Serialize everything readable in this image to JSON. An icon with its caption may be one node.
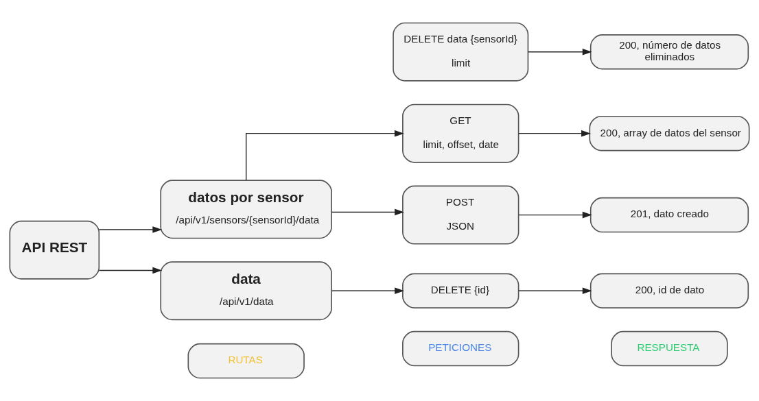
{
  "diagram": {
    "nodes": [
      {
        "text": [
          "RUTAS"
        ]
      },
      {
        "text": [
          "PETICIONES"
        ]
      },
      {
        "text": [
          "RESPUESTA"
        ]
      },
      {
        "text": [
          "GET",
          "limit, offset, date"
        ]
      },
      {
        "text": [
          "200, array de datos del sensor"
        ]
      },
      {
        "text": [
          "datos por sensor",
          "/api/v1/sensors/{sensorId}/data"
        ]
      },
      {
        "text": [
          "POST",
          "JSON"
        ]
      },
      {
        "text": [
          "201, dato creado"
        ]
      },
      {
        "text": [
          "API REST"
        ]
      },
      {
        "text": [
          "DELETE data {sensorId}",
          "limit"
        ]
      },
      {
        "text": [
          "200, número de datos eliminados"
        ]
      },
      {
        "text": [
          "data",
          "/api/v1/data"
        ]
      },
      {
        "text": [
          "DELETE {id}"
        ]
      },
      {
        "text": [
          "200, id de dato"
        ]
      }
    ],
    "edges": [
      {
        "from": 8,
        "to": 5,
        "arrow": "to"
      },
      {
        "from": 8,
        "to": 11,
        "arrow": "to"
      },
      {
        "from": 5,
        "to": 3,
        "arrow": "to"
      },
      {
        "from": 5,
        "to": 6,
        "arrow": "to"
      },
      {
        "from": 3,
        "to": 4,
        "arrow": "to"
      },
      {
        "from": 6,
        "to": 7,
        "arrow": "to"
      },
      {
        "from": 9,
        "to": 10,
        "arrow": "to"
      },
      {
        "from": 11,
        "to": 12,
        "arrow": "to"
      },
      {
        "from": 12,
        "to": 13,
        "arrow": "to"
      }
    ]
  }
}
